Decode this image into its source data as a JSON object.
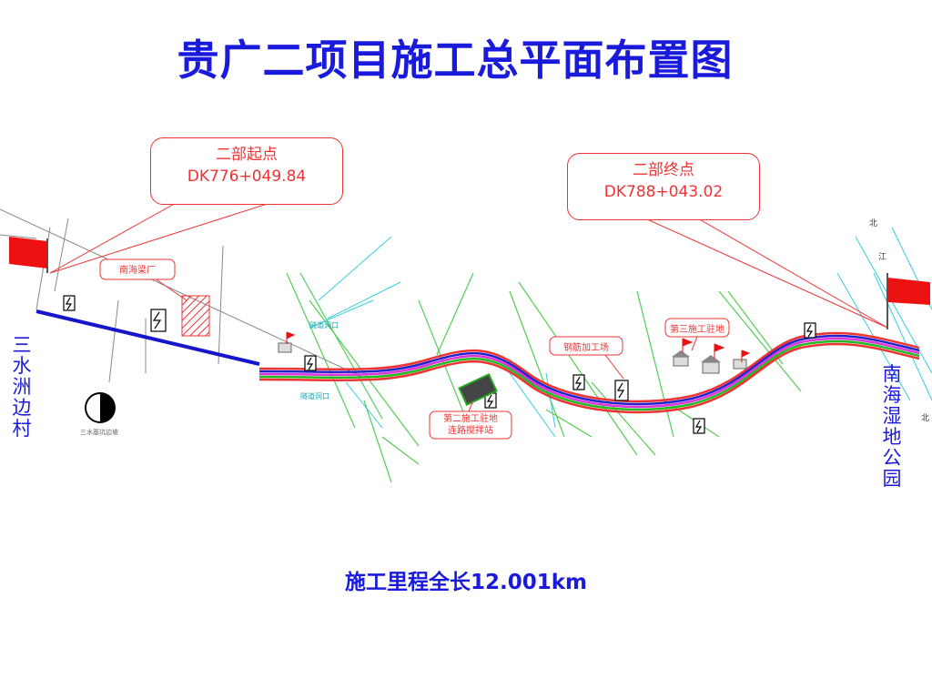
{
  "title": "贵广二项目施工总平面布置图",
  "start_callout": {
    "line1": "二部起点",
    "line2": "DK776+049.84"
  },
  "end_callout": {
    "line1": "二部终点",
    "line2": "DK788+043.02"
  },
  "left_place": "三水洲边村",
  "right_place": "南海湿地公园",
  "map_labels": {
    "beam_yard": "南海梁厂",
    "steel_yard": "钢筋加工场",
    "site3": "第三施工驻地",
    "site2_line1": "第二施工驻地",
    "site2_line2": "连路搅拌站",
    "tunnel_label_1": "隧道洞口",
    "tunnel_label_2": "隧道洞口",
    "river_1": "北",
    "river_2": "江",
    "river_3": "北",
    "pit_label": "三水基坑边坡"
  },
  "total_length": "施工里程全长12.001km",
  "colors": {
    "title": "#1a1adc",
    "callout": "#e33333",
    "flag": "#ee1111",
    "road_blue": "#1515cc"
  }
}
